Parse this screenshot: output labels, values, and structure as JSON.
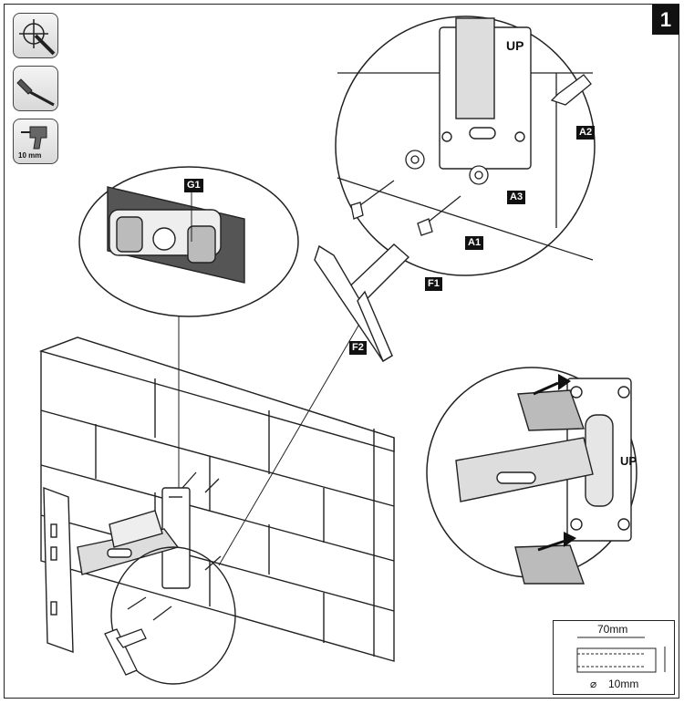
{
  "step_number": "1",
  "tools": [
    {
      "icon": "pencil-crosshair-icon",
      "caption": ""
    },
    {
      "icon": "screwdriver-icon",
      "caption": ""
    },
    {
      "icon": "drill-icon",
      "caption": "10 mm"
    }
  ],
  "labels": {
    "g1": "G1",
    "a1": "A1",
    "a2": "A2",
    "a3": "A3",
    "f1": "F1",
    "f2": "F2"
  },
  "bracket_text": "UP",
  "drill_detail": {
    "depth": "70mm",
    "diameter": "10mm",
    "diameter_symbol": "⌀"
  }
}
